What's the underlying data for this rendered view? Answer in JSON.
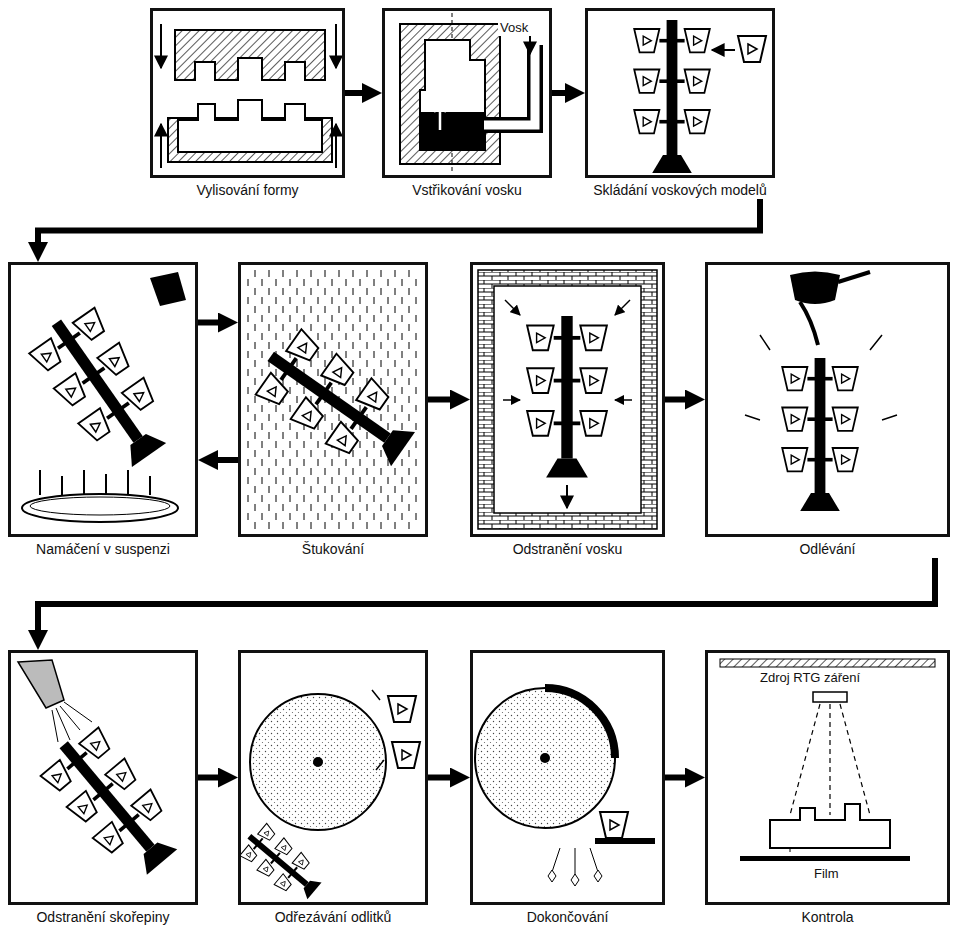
{
  "diagram": {
    "nodes": [
      {
        "text": [
          "Vylisování formy"
        ]
      },
      {
        "text": [
          "Vstřikování vosku"
        ]
      },
      {
        "text": [
          "Skládání voskových modelů"
        ]
      },
      {
        "text": [
          "Namáčení v suspenzi"
        ]
      },
      {
        "text": [
          "Štukování"
        ]
      },
      {
        "text": [
          "Odstranění vosku"
        ]
      },
      {
        "text": [
          "Odlévání"
        ]
      },
      {
        "text": [
          "Odstranění skořepiny"
        ]
      },
      {
        "text": [
          "Odřezávání odlitků"
        ]
      },
      {
        "text": [
          "Dokončování"
        ]
      },
      {
        "text": [
          "Kontrola"
        ]
      }
    ],
    "edges": [
      {
        "from": 0,
        "to": 1,
        "arrow": "to"
      },
      {
        "from": 1,
        "to": 2,
        "arrow": "to"
      },
      {
        "from": 2,
        "to": 3,
        "arrow": "to"
      },
      {
        "from": 3,
        "to": 4,
        "arrow": "to"
      },
      {
        "from": 4,
        "to": 3,
        "arrow": "to"
      },
      {
        "from": 4,
        "to": 5,
        "arrow": "to"
      },
      {
        "from": 5,
        "to": 6,
        "arrow": "to"
      },
      {
        "from": 6,
        "to": 7,
        "arrow": "to"
      },
      {
        "from": 7,
        "to": 8,
        "arrow": "to"
      },
      {
        "from": 8,
        "to": 9,
        "arrow": "to"
      },
      {
        "from": 9,
        "to": 10,
        "arrow": "to"
      }
    ],
    "labels": [
      "Vosk",
      "Zdroj RTG záření",
      "Film"
    ]
  }
}
